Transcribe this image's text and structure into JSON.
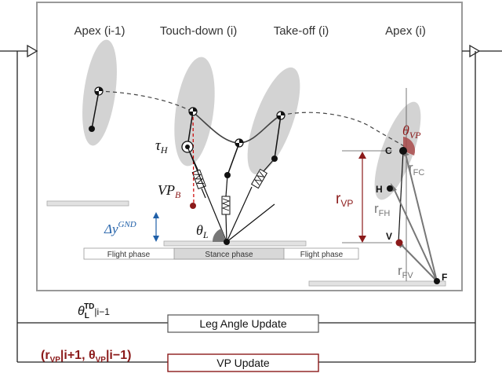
{
  "phases_top": {
    "apex_prev": "Apex (i-1)",
    "touchdown": "Touch-down (i)",
    "takeoff": "Take-off (i)",
    "apex_curr": "Apex (i)"
  },
  "phase_bar": {
    "flight_left": "Flight phase",
    "stance": "Stance phase",
    "flight_right": "Flight phase"
  },
  "symbols": {
    "tau_H": "τ",
    "tau_H_sub": "H",
    "VP_B": "VP",
    "VP_B_sub": "B",
    "delta_y": "Δy",
    "delta_y_sup": "GND",
    "theta_L": "θ",
    "theta_L_sub": "L",
    "theta_VP": "θ",
    "theta_VP_sub": "VP",
    "r_VP": "r",
    "r_VP_sub": "VP",
    "r_FC": "r",
    "r_FC_sub": "FC",
    "r_FH": "r",
    "r_FH_sub": "FH",
    "r_FV": "r",
    "r_FV_sub": "FV",
    "point_C": "C",
    "point_H": "H",
    "point_V": "V",
    "point_F": "F"
  },
  "feedback": {
    "leg_angle_label": "Leg Angle Update",
    "vp_update_label": "VP Update",
    "theta_td_main": "θ",
    "theta_td_sub": "L",
    "theta_td_sup": "TD",
    "theta_td_cond": "|i−1",
    "vp_params": "(r",
    "vp_params_sub1": "VP",
    "vp_params_mid": "|i+1, θ",
    "vp_params_sub2": "VP",
    "vp_params_end": "|i−1)"
  },
  "colors": {
    "accent_red": "#8b1a1a",
    "accent_blue": "#1f5fa8",
    "ellipse_gray": "#d3d3d3",
    "box_border": "#999999"
  }
}
